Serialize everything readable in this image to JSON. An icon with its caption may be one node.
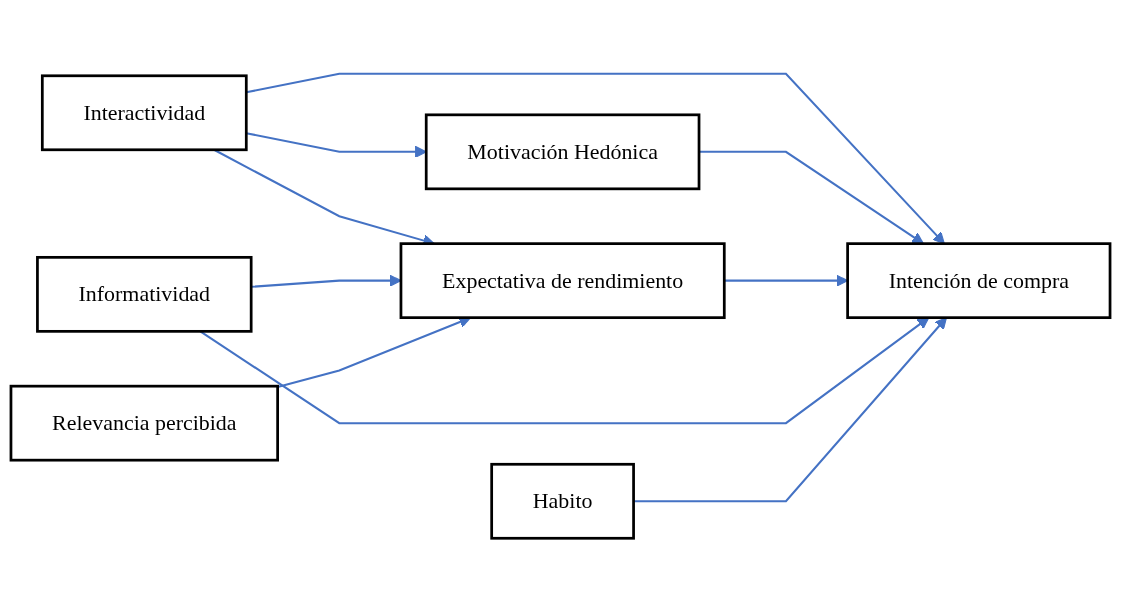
{
  "diagram": {
    "nodes": [
      {
        "text": [
          "Interactividad"
        ]
      },
      {
        "text": [
          "Motivación Hedónica"
        ]
      },
      {
        "text": [
          "Expectativa de rendimiento"
        ]
      },
      {
        "text": [
          "Intención de compra"
        ]
      },
      {
        "text": [
          "Informatividad"
        ]
      },
      {
        "text": [
          "Relevancia percibida"
        ]
      },
      {
        "text": [
          "Habito"
        ]
      }
    ],
    "edges": [
      {
        "from": 0,
        "to": 1,
        "arrow": "to"
      },
      {
        "from": 0,
        "to": 3,
        "arrow": "to"
      },
      {
        "from": 0,
        "to": 2,
        "arrow": "to"
      },
      {
        "from": 1,
        "to": 3,
        "arrow": "to"
      },
      {
        "from": 2,
        "to": 3,
        "arrow": "to"
      },
      {
        "from": 4,
        "to": 2,
        "arrow": "to"
      },
      {
        "from": 4,
        "to": 3,
        "arrow": "to"
      },
      {
        "from": 5,
        "to": 2,
        "arrow": "to"
      },
      {
        "from": 6,
        "to": 3,
        "arrow": "to"
      }
    ]
  }
}
